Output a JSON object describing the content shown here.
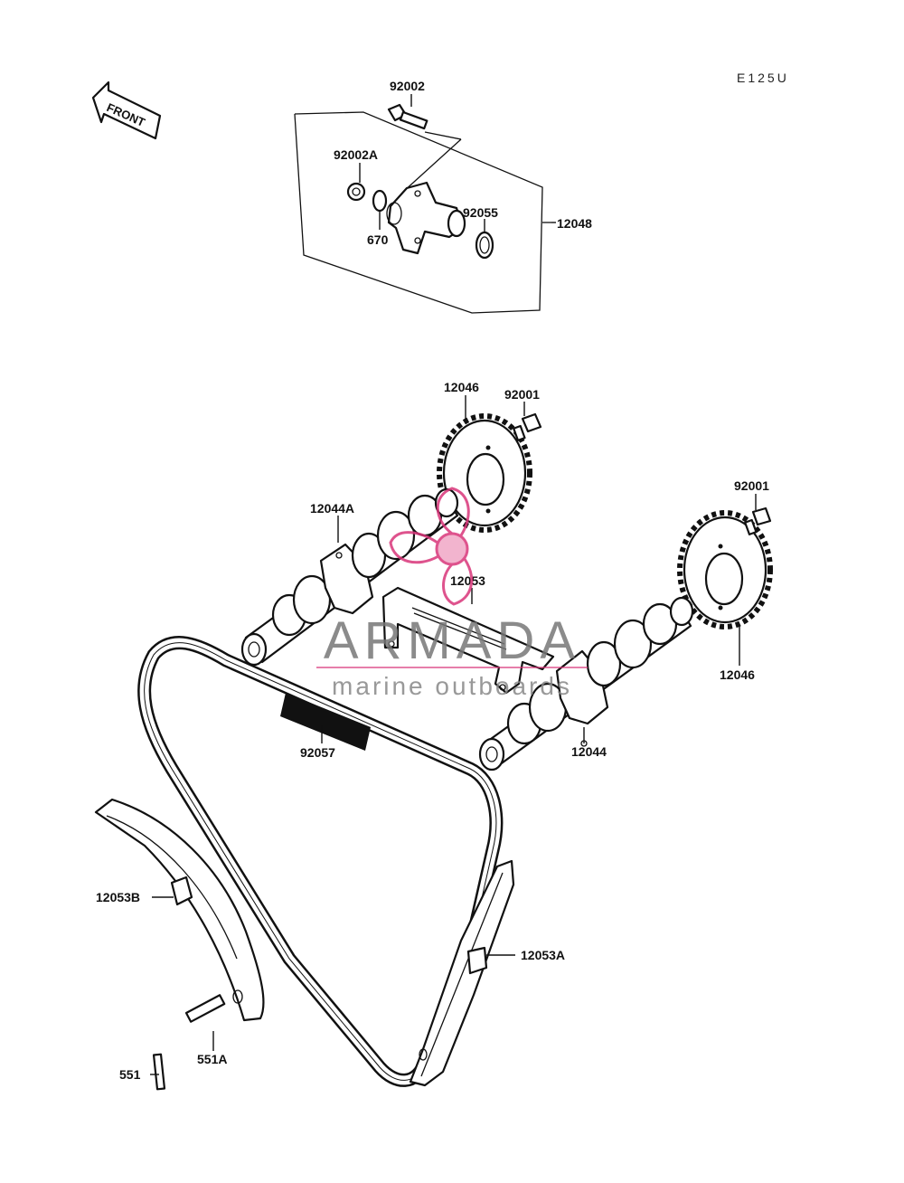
{
  "diagram": {
    "code": "E125U",
    "front_arrow": "FRONT",
    "parts": {
      "p92002": "92002",
      "p92002A": "92002A",
      "p670": "670",
      "p92055": "92055",
      "p12048": "12048",
      "p12046_top": "12046",
      "p92001_top": "92001",
      "p12044A": "12044A",
      "p12053": "12053",
      "p92001_right": "92001",
      "p12046_right": "12046",
      "p92057": "92057",
      "p12044": "12044",
      "p12053B": "12053B",
      "p12053A": "12053A",
      "p551A": "551A",
      "p551": "551"
    }
  },
  "watermark": {
    "brand": "ARMADA",
    "tagline": "marine outboards",
    "color": "#d9367a"
  }
}
